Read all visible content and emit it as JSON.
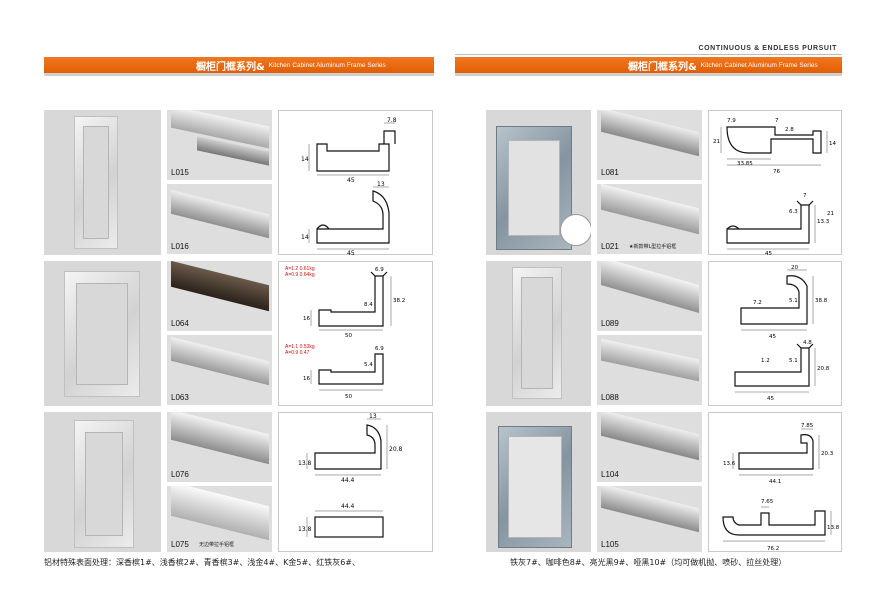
{
  "header": {
    "slogan": "CONTINUOUS & ENDLESS PURSUIT",
    "left_banner": {
      "cn": "橱柜门框系列&",
      "en": "Kitchen Cabinet Aluminum Frame Series"
    },
    "right_banner": {
      "cn": "橱柜门框系列&",
      "en": "Kitchen Cabinet Aluminum Frame Series"
    }
  },
  "colors": {
    "accent": "#e8650a",
    "tile_grey": "#dcdcdc",
    "note_red": "#d01010"
  },
  "profiles": {
    "L015": {
      "code": "L015",
      "dims": [
        "7.8",
        "14",
        "45"
      ]
    },
    "L016": {
      "code": "L016",
      "dims": [
        "13",
        "14",
        "45"
      ]
    },
    "L064": {
      "code": "L064",
      "dims": [
        "6.9",
        "16",
        "8.4",
        "38.2",
        "50"
      ],
      "note1": "A=1.2  0.61kg",
      "note2": "A=0.9  0.64kg"
    },
    "L063": {
      "code": "L063",
      "dims": [
        "6.9",
        "16",
        "5.4",
        "50"
      ],
      "note1": "A=1.1  0.53kg",
      "note2": "A=0.9  0.47"
    },
    "L076": {
      "code": "L076",
      "dims": [
        "13",
        "13.8",
        "20.8",
        "44.4"
      ]
    },
    "L075": {
      "code": "L075",
      "sublabel": "无边带拉手铝框",
      "dims": [
        "44.4",
        "13.8"
      ]
    },
    "L081": {
      "code": "L081",
      "dims": [
        "7.9",
        "7",
        "2.8",
        "21",
        "14",
        "33.85",
        "76"
      ]
    },
    "L021": {
      "code": "L021",
      "sublabel": "★新款带L型拉手铝框",
      "dims": [
        "7",
        "6.3",
        "13.3",
        "21",
        "45"
      ]
    },
    "L089": {
      "code": "L089",
      "dims": [
        "20",
        "7.2",
        "5.1",
        "38.8",
        "45"
      ]
    },
    "L088": {
      "code": "L088",
      "dims": [
        "4.8",
        "1.2",
        "5.1",
        "20.8",
        "45"
      ]
    },
    "L104": {
      "code": "L104",
      "dims": [
        "7.85",
        "13.6",
        "20.3",
        "44.1"
      ]
    },
    "L105": {
      "code": "L105",
      "dims": [
        "7.65",
        "13.8",
        "76.2"
      ]
    }
  },
  "footer": {
    "left": "铝材特殊表面处理：深香槟1#、浅香槟2#、青香槟3#、浅金4#、K金5#、红铁灰6#、",
    "right": "铁灰7#、咖啡色8#、亮光黑9#、哑黑10#（均可做机抛、喷砂、拉丝处理）"
  }
}
